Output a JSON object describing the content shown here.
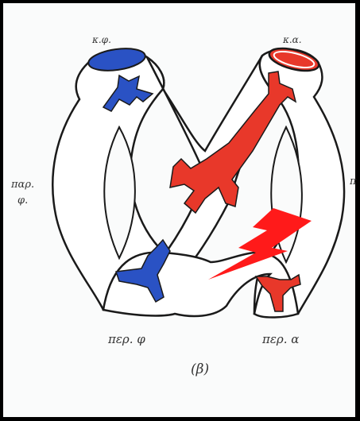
{
  "figure": {
    "label_top_left": "κ.φ.",
    "label_top_right": "κ.α.",
    "label_left_line1": "παρ.",
    "label_left_line2": "φ.",
    "label_right_partial": "π",
    "label_bottom_left": "περ. φ",
    "label_bottom_right": "περ. α",
    "caption": "(β)"
  },
  "colors": {
    "vein_blue": "#2a52c4",
    "artery_red": "#e8382a",
    "outline": "#1a1a1a",
    "lightning_red": "#ff1a1a"
  }
}
